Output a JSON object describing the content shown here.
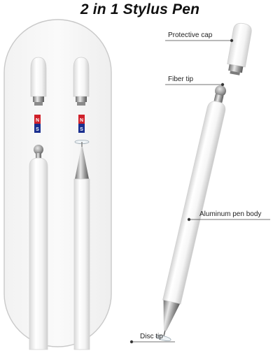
{
  "title": "2 in 1 Stylus Pen",
  "labels": {
    "cap": "Protective cap",
    "fiber": "Fiber tip",
    "body": "Aluminum pen body",
    "disc": "Disc tip"
  },
  "magnet": {
    "north": "N",
    "south": "S"
  },
  "colors": {
    "magnet_north": "#d0202a",
    "magnet_south": "#1a2f8f",
    "leader": "#444444",
    "panel_border": "#c9c9c9"
  }
}
